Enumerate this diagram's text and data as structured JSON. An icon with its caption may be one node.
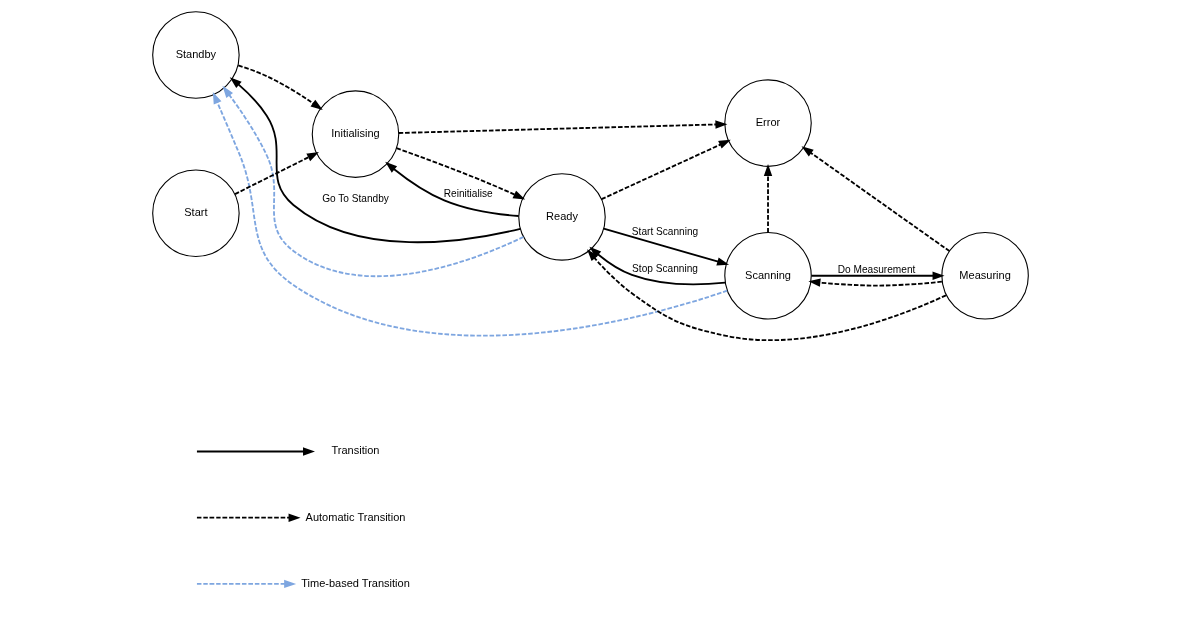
{
  "diagram": {
    "nodes": [
      {
        "text": [
          "Error"
        ]
      },
      {
        "text": [
          "Standby"
        ]
      },
      {
        "text": [
          "Initialising"
        ]
      },
      {
        "text": [
          "Ready"
        ]
      },
      {
        "text": [
          "Scanning"
        ]
      },
      {
        "text": [
          "Measuring"
        ]
      },
      {
        "text": [
          "Start"
        ]
      }
    ],
    "edges": [
      {
        "from": 1,
        "to": 2,
        "arrow": "to",
        "style": "dashed"
      },
      {
        "from": 2,
        "to": 0,
        "arrow": "to",
        "style": "dashed"
      },
      {
        "from": 2,
        "to": 3,
        "arrow": "to",
        "style": "dashed"
      },
      {
        "from": 3,
        "to": 0,
        "arrow": "to",
        "style": "dashed"
      },
      {
        "from": 3,
        "to": 4,
        "arrow": "to",
        "label": "Start Scanning"
      },
      {
        "from": 3,
        "to": 2,
        "arrow": "to",
        "label": "Reinitialise"
      },
      {
        "from": 3,
        "to": 1,
        "arrow": "to",
        "label": "Go To Standby"
      },
      {
        "from": 4,
        "to": 0,
        "arrow": "to",
        "style": "dashed"
      },
      {
        "from": 4,
        "to": 5,
        "arrow": "to",
        "label": "Do Measurement"
      },
      {
        "from": 4,
        "to": 3,
        "arrow": "to",
        "label": "Stop Scanning"
      },
      {
        "from": 5,
        "to": 0,
        "arrow": "to",
        "style": "dashed"
      },
      {
        "from": 5,
        "to": 4,
        "arrow": "to",
        "style": "dashed"
      },
      {
        "from": 5,
        "to": 3,
        "arrow": "to",
        "style": "dashed"
      },
      {
        "from": 4,
        "to": 1,
        "arrow": "to",
        "style": "dashed",
        "color": "#7ea6e0"
      },
      {
        "from": 3,
        "to": 1,
        "arrow": "to",
        "style": "dashed",
        "color": "#7ea6e0"
      },
      {
        "from": 6,
        "to": 2,
        "arrow": "to",
        "style": "dashed"
      }
    ],
    "legend": [
      {
        "text": "Transition"
      },
      {
        "text": "Automatic Transition"
      },
      {
        "text": "Time-based Transition"
      }
    ]
  }
}
